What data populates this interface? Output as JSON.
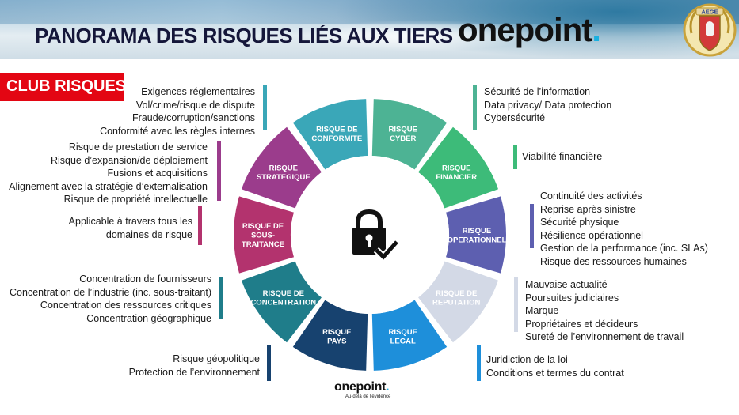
{
  "header": {
    "title": "PANORAMA DES RISQUES LIÉS AUX TIERS",
    "brand": "onepoint",
    "brand_dot": ".",
    "crest_text": "AEGE"
  },
  "badge": "CLUB RISQUES",
  "center_icon": "padlock-check-icon",
  "segments": [
    {
      "id": "conformite",
      "lines": [
        "RISQUE DE",
        "CONFORMITE"
      ],
      "color": "#3aa7b8"
    },
    {
      "id": "cyber",
      "lines": [
        "RISQUE",
        "CYBER"
      ],
      "color": "#4db394"
    },
    {
      "id": "financier",
      "lines": [
        "RISQUE",
        "FINANCIER"
      ],
      "color": "#3dbb79"
    },
    {
      "id": "operationnel",
      "lines": [
        "RISQUE",
        "OPERATIONNEL"
      ],
      "color": "#5d5fb0"
    },
    {
      "id": "reputation",
      "lines": [
        "RISQUE DE",
        "REPUTATION"
      ],
      "color": "#d3d9e6"
    },
    {
      "id": "legal",
      "lines": [
        "RISQUE",
        "LEGAL"
      ],
      "color": "#1e8fda"
    },
    {
      "id": "pays",
      "lines": [
        "RISQUE",
        "PAYS"
      ],
      "color": "#17426f"
    },
    {
      "id": "concentration",
      "lines": [
        "RISQUE DE",
        "CONCENTRATION"
      ],
      "color": "#1f7d8a"
    },
    {
      "id": "sous-traitance",
      "lines": [
        "RISQUE DE",
        "SOUS-",
        "TRAITANCE"
      ],
      "color": "#b3336e"
    },
    {
      "id": "strategique",
      "lines": [
        "RISQUE",
        "STRATEGIQUE"
      ],
      "color": "#9b3c8c"
    }
  ],
  "lists": {
    "conformite": [
      "Exigences réglementaires",
      "Vol/crime/risque de dispute",
      "Fraude/corruption/sanctions",
      "Conformité avec les règles internes"
    ],
    "strategique": [
      "Risque de prestation de service",
      "Risque d’expansion/de déploiement",
      "Fusions et acquisitions",
      "Alignement avec la stratégie d’externalisation",
      "Risque de propriété intellectuelle"
    ],
    "sous_traitance": [
      "Applicable à travers tous les",
      "domaines de risque"
    ],
    "concentration": [
      "Concentration de fournisseurs",
      "Concentration de l’industrie (inc. sous-traitant)",
      "Concentration des ressources critiques",
      "Concentration géographique"
    ],
    "pays": [
      "Risque géopolitique",
      "Protection de l’environnement"
    ],
    "cyber": [
      "Sécurité de l’information",
      "Data privacy/ Data protection",
      "Cybersécurité"
    ],
    "financier": [
      "Viabilité financière"
    ],
    "operationnel": [
      "Continuité des activités",
      "Reprise après sinistre",
      "Sécurité physique",
      "Résilience opérationnel",
      "Gestion de la performance (inc. SLAs)",
      "Risque des ressources humaines"
    ],
    "reputation": [
      "Mauvaise actualité",
      "Poursuites judiciaires",
      "Marque",
      "Propriétaires et décideurs",
      "Sureté de l’environnement de travail"
    ],
    "legal": [
      "Juridiction de la loi",
      "Conditions et termes du contrat"
    ]
  },
  "footer": {
    "brand": "onepoint",
    "brand_dot": ".",
    "tagline": "Au-delà de l’évidence"
  }
}
